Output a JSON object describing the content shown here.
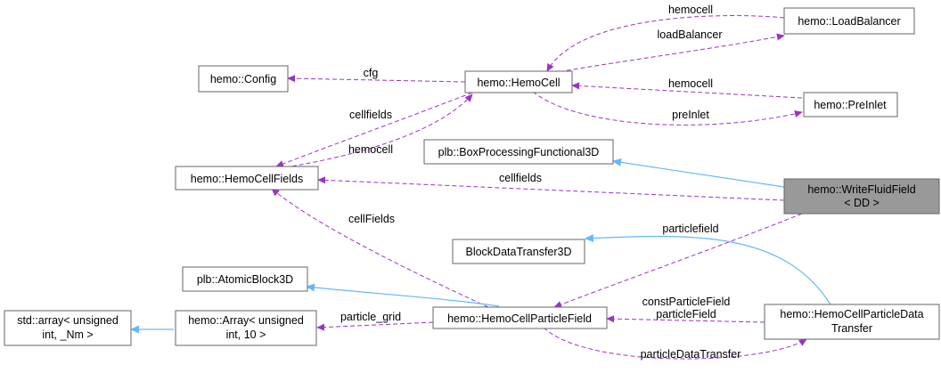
{
  "nodes": {
    "load_balancer": {
      "label": "hemo::LoadBalancer"
    },
    "config": {
      "label": "hemo::Config"
    },
    "hemocell": {
      "label": "hemo::HemoCell"
    },
    "preinlet": {
      "label": "hemo::PreInlet"
    },
    "box_processing": {
      "label": "plb::BoxProcessingFunctional3D"
    },
    "hemocell_fields": {
      "label": "hemo::HemoCellFields"
    },
    "write_fluid_field": {
      "line1": "hemo::WriteFluidField",
      "line2": "< DD >"
    },
    "block_data_transfer": {
      "label": "BlockDataTransfer3D"
    },
    "atomic_block": {
      "label": "plb::AtomicBlock3D"
    },
    "std_array": {
      "line1": "std::array< unsigned",
      "line2": "int, _Nm >"
    },
    "hemo_array": {
      "line1": "hemo::Array< unsigned",
      "line2": "int, 10 >"
    },
    "particle_field": {
      "label": "hemo::HemoCellParticleField"
    },
    "particle_data_transfer": {
      "line1": "hemo::HemoCellParticleData",
      "line2": "Transfer"
    }
  },
  "edges": {
    "hemocell_lb": "hemocell",
    "load_balancer": "loadBalancer",
    "cfg": "cfg",
    "hemocell_preinlet": "hemocell",
    "pre_inlet": "preInlet",
    "cellfields_top": "cellfields",
    "hemocell_fields": "hemocell",
    "cellfields_mid": "cellfields",
    "cell_fields_low": "cellFields",
    "particlefield": "particlefield",
    "const_particle_field": "constParticleField",
    "particle_field_edge": "particleField",
    "particle_grid": "particle_grid",
    "particle_data_transfer": "particleDataTransfer"
  },
  "colors": {
    "association": "#9a32cd",
    "inheritance": "#63b8ff",
    "focus_node_fill": "#999999",
    "node_border": "#666666"
  }
}
